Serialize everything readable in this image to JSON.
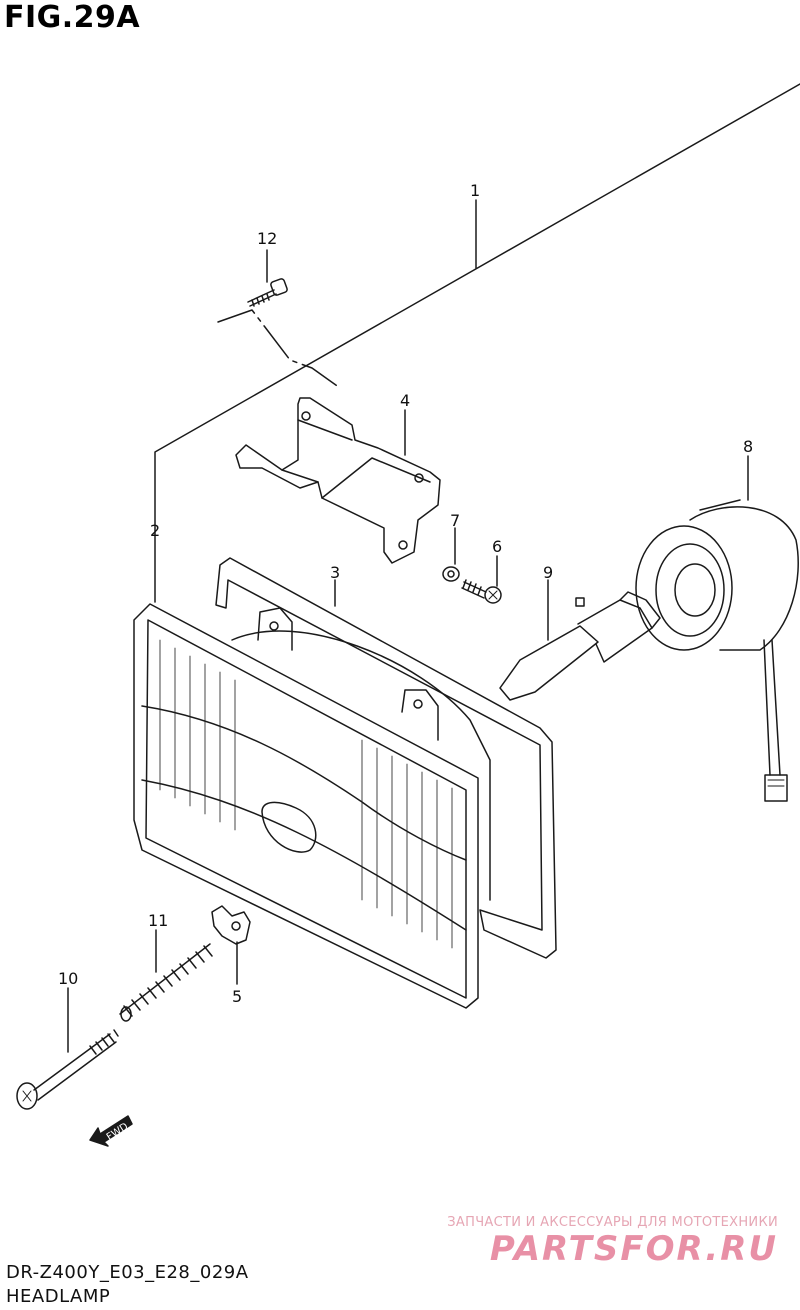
{
  "figure": {
    "title": "FIG.29A"
  },
  "callouts": [
    {
      "id": "1",
      "label": "1"
    },
    {
      "id": "2",
      "label": "2"
    },
    {
      "id": "3",
      "label": "3"
    },
    {
      "id": "4",
      "label": "4"
    },
    {
      "id": "5",
      "label": "5"
    },
    {
      "id": "6",
      "label": "6"
    },
    {
      "id": "7",
      "label": "7"
    },
    {
      "id": "8",
      "label": "8"
    },
    {
      "id": "9",
      "label": "9"
    },
    {
      "id": "10",
      "label": "10"
    },
    {
      "id": "11",
      "label": "11"
    },
    {
      "id": "12",
      "label": "12"
    }
  ],
  "forward_marker": {
    "label": "FWD"
  },
  "footer": {
    "model_code": "DR-Z400Y_E03_E28_029A",
    "section_name": "HEADLAMP"
  },
  "watermark": {
    "tagline": "ЗАПЧАСТИ И АКСЕССУАРЫ ДЛЯ МОТОТЕХНИКИ",
    "brand": "PARTSFOR.RU"
  },
  "colors": {
    "line": "#1a1a1a",
    "watermark": "#e890a6"
  }
}
